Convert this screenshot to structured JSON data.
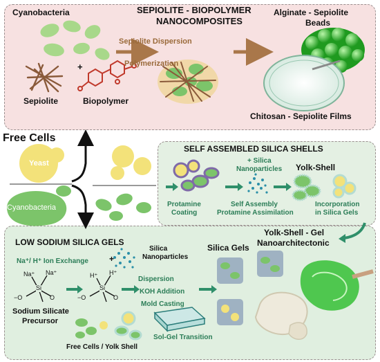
{
  "colors": {
    "top_panel_bg": "#f7e1e1",
    "right_panel_bg": "#e4f0e3",
    "bottom_panel_bg": "#e0efe0",
    "cyano_green": "#a8d88a",
    "yeast_yellow": "#f3e27a",
    "arrow_brown": "#a9774a",
    "arrow_green": "#2f8f6a",
    "label_green": "#2b7d57",
    "label_brown": "#9a6a3a",
    "biopolymer_red": "#c0392b",
    "bead_green": "#3fc23f"
  },
  "top": {
    "title_line1": "SEPIOLITE - BIOPOLYMER",
    "title_line2": "NANOCOMPOSITES",
    "cyanobacteria": "Cyanobacteria",
    "plus": "+",
    "sepiolite": "Sepiolite",
    "biopolymer": "Biopolymer",
    "step1": "Sepiolite Dispersion",
    "step2": "Polymerization",
    "beads_line1": "Alginate - Sepiolite",
    "beads_line2": "Beads",
    "films": "Chitosan - Sepiolite Films"
  },
  "left": {
    "free_cells": "Free Cells",
    "yeast": "Yeast",
    "cyanobacteria": "Cyanobacteria"
  },
  "right": {
    "title": "SELF ASSEMBLED SILICA SHELLS",
    "protamine_line1": "Protamine",
    "protamine_line2": "Coating",
    "silica_line1": "+ Silica",
    "silica_line2": "Nanoparticles",
    "yolk_shell": "Yolk-Shell",
    "self_assembly": "Self Assembly",
    "protamine_assim": "Protamine Assimilation",
    "incorp_line1": "Incorporation",
    "incorp_line2": "in Silica Gels"
  },
  "bottom": {
    "title": "LOW SODIUM SILICA GELS",
    "gel_line1": "Yolk-Shell - Gel",
    "gel_line2": "Nanoarchitectonic",
    "ion_exchange": "Na⁺/ H⁺  Ion Exchange",
    "silica_np_line1": "Silica",
    "silica_np_line2": "Nanoparticles",
    "silica_gels": "Silica Gels",
    "dispersion": "Dispersion",
    "koh": "KOH Addition",
    "mold": "Mold Casting",
    "sodium_line1": "Sodium Silicate",
    "sodium_line2": "Precursor",
    "free_cells_yolk": "Free Cells / Yolk Shell",
    "solgel": "Sol-Gel Transition",
    "na_label": "Na⁺",
    "h_label": "H⁺",
    "si_label": "Si",
    "o_label": "O",
    "o_minus": "−O",
    "plus": "+"
  }
}
